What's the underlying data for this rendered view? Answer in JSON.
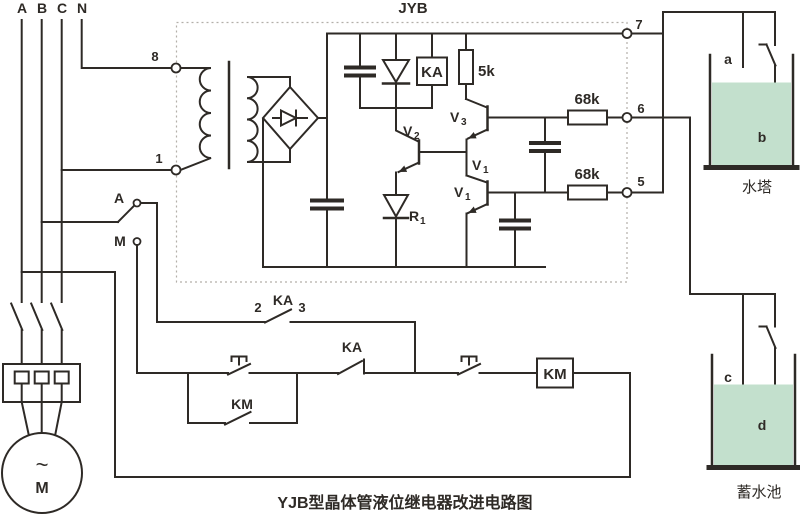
{
  "caption": "YJB型晶体管液位继电器改进电路图",
  "module_label": "JYB",
  "phases": {
    "a": "A",
    "b": "B",
    "c": "C",
    "n": "N"
  },
  "terminals": {
    "t8": "8",
    "t1": "1",
    "t7": "7",
    "t6": "6",
    "t5": "5",
    "t2": "2",
    "t3": "3"
  },
  "components": {
    "relay_box": "KA",
    "res_5k": "5k",
    "res_68k_top": "68k",
    "res_68k_bot": "68k",
    "v2": {
      "m": "V",
      "s": "2"
    },
    "v3": {
      "m": "V",
      "s": "3"
    },
    "v1_top": {
      "m": "V",
      "s": "1"
    },
    "v1_bot": {
      "m": "V",
      "s": "1"
    },
    "r1": {
      "m": "R",
      "s": "1"
    }
  },
  "control": {
    "auto_pos": "A",
    "man_pos": "M",
    "ka_auto": "KA",
    "ka_run": "KA",
    "km_aux": "KM",
    "km_coil": "KM"
  },
  "motor": {
    "sym": "~",
    "label": "M"
  },
  "tower": {
    "name": "水塔",
    "el_a": "a",
    "el_b": "b"
  },
  "reservoir": {
    "name": "蓄水池",
    "el_c": "c",
    "el_d": "d"
  },
  "colors": {
    "line": "#2e2a26",
    "water": "#c3e0cd",
    "dash": "#b3afa9",
    "background": "#ffffff"
  }
}
